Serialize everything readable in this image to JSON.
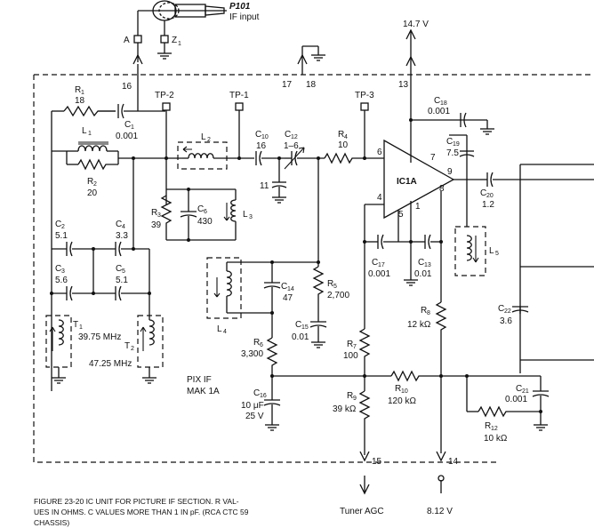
{
  "connector": {
    "name": "P101",
    "desc": "IF input",
    "pinA": "A",
    "pinZ": "Z",
    "pinZsub": "1"
  },
  "supply": {
    "v147": "14.7 V",
    "v812": "8.12 V",
    "tuner_agc": "Tuner AGC"
  },
  "pins": {
    "p16": "16",
    "p17": "17",
    "p18": "18",
    "p13": "13",
    "p6": "6",
    "p7": "7",
    "p9": "9",
    "p8": "8",
    "p4": "4",
    "p5": "5",
    "p1": "1",
    "p15": "15",
    "p14": "14"
  },
  "testpoints": {
    "tp1": "TP-1",
    "tp2": "TP-2",
    "tp3": "TP-3"
  },
  "ic": {
    "name": "IC1A"
  },
  "block_label": {
    "line1": "PIX IF",
    "line2": "MAK 1A"
  },
  "components": {
    "R1": {
      "ref": "R",
      "sub": "1",
      "value": "18"
    },
    "C1": {
      "ref": "C",
      "sub": "1",
      "value": "0.001"
    },
    "L1": {
      "ref": "L",
      "sub": "1"
    },
    "R2": {
      "ref": "R",
      "sub": "2",
      "value": "20"
    },
    "L2": {
      "ref": "L",
      "sub": "2"
    },
    "C10": {
      "ref": "C",
      "sub": "10",
      "value": "16"
    },
    "C12": {
      "ref": "C",
      "sub": "12",
      "value": "1–6"
    },
    "C11": {
      "value": "11"
    },
    "R4": {
      "ref": "R",
      "sub": "4",
      "value": "10"
    },
    "R3": {
      "ref": "R",
      "sub": "3",
      "value": "39"
    },
    "C6": {
      "ref": "C",
      "sub": "6",
      "value": "430"
    },
    "L3": {
      "ref": "L",
      "sub": "3"
    },
    "C2": {
      "ref": "C",
      "sub": "2",
      "value": "5.1"
    },
    "C4": {
      "ref": "C",
      "sub": "4",
      "value": "3.3"
    },
    "C3": {
      "ref": "C",
      "sub": "3",
      "value": "5.6"
    },
    "C5": {
      "ref": "C",
      "sub": "5",
      "value": "5.1"
    },
    "T1": {
      "ref": "T",
      "sub": "1",
      "value": "39.75 MHz"
    },
    "T2": {
      "ref": "T",
      "sub": "2",
      "value": "47.25 MHz"
    },
    "L4": {
      "ref": "L",
      "sub": "4"
    },
    "C14": {
      "ref": "C",
      "sub": "14",
      "value": "47"
    },
    "R5": {
      "ref": "R",
      "sub": "5",
      "value": "2,700"
    },
    "C15": {
      "ref": "C",
      "sub": "15",
      "value": "0.01"
    },
    "R6": {
      "ref": "R",
      "sub": "6",
      "value": "3,300"
    },
    "C16": {
      "ref": "C",
      "sub": "16",
      "value": "10 μF",
      "value2": "25 V"
    },
    "C18": {
      "ref": "C",
      "sub": "18",
      "value": "0.001"
    },
    "C19": {
      "ref": "C",
      "sub": "19",
      "value": "7.5"
    },
    "C20": {
      "ref": "C",
      "sub": "20",
      "value": "1.2"
    },
    "L5": {
      "ref": "L",
      "sub": "5"
    },
    "C17": {
      "ref": "C",
      "sub": "17",
      "value": "0.001"
    },
    "C13": {
      "ref": "C",
      "sub": "13",
      "value": "0.01"
    },
    "R8": {
      "ref": "R",
      "sub": "8",
      "value": "12 kΩ"
    },
    "C22": {
      "ref": "C",
      "sub": "22",
      "value": "3.6"
    },
    "R7": {
      "ref": "R",
      "sub": "7",
      "value": "100"
    },
    "R9": {
      "ref": "R",
      "sub": "9",
      "value": "39 kΩ"
    },
    "R10": {
      "ref": "R",
      "sub": "10",
      "value": "120 kΩ"
    },
    "C21": {
      "ref": "C",
      "sub": "21",
      "value": "0.001"
    },
    "R12": {
      "ref": "R",
      "sub": "12",
      "value": "10 kΩ"
    }
  },
  "caption": {
    "line1": "FIGURE 23-20   IC UNIT FOR PICTURE IF SECTION.  R VAL-",
    "line2": "UES IN OHMS. C VALUES MORE THAN 1 IN pF.  (RCA CTC 59",
    "line3": "CHASSIS)"
  }
}
